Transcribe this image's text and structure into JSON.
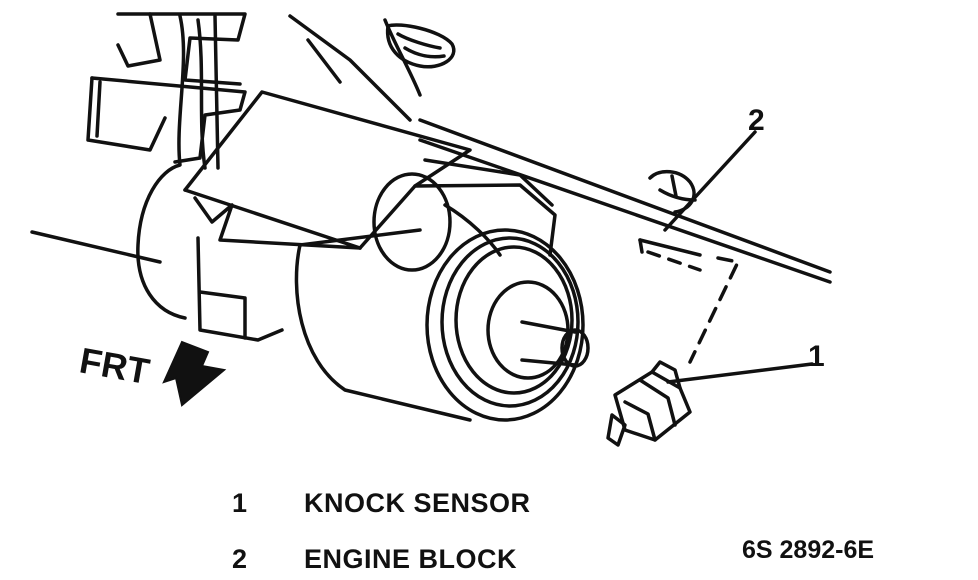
{
  "direction_label": "FRT",
  "callouts": [
    {
      "number": "1",
      "label": "KNOCK SENSOR"
    },
    {
      "number": "2",
      "label": "ENGINE BLOCK"
    }
  ],
  "figure_id": "6S 2892-6E"
}
